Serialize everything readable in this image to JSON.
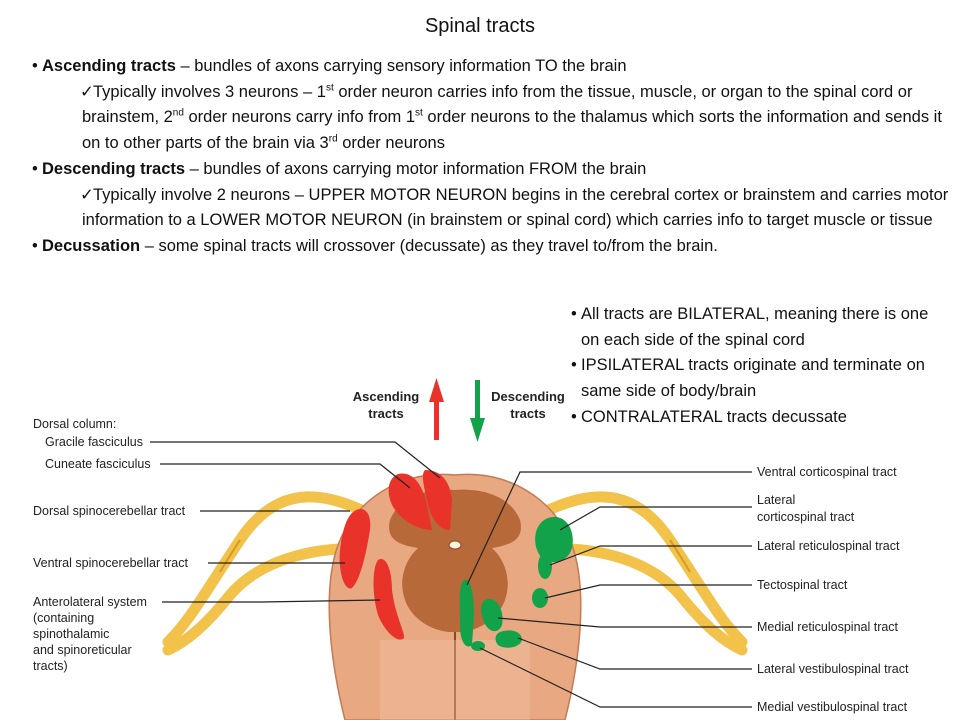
{
  "title": "Spinal tracts",
  "bullets": {
    "ascending_term": "Ascending tracts",
    "ascending_def": " – bundles of axons carrying sensory information TO the brain",
    "ascending_sub": [
      "Typically involves 3 neurons – 1",
      "st",
      " order neuron carries info from the tissue, muscle, or organ to the spinal cord or brainstem, 2",
      "nd",
      " order neurons carry info from 1",
      "st",
      " order neurons to the thalamus which sorts the information and sends it on to other parts of the brain via 3",
      "rd",
      " order neurons"
    ],
    "descending_term": "Descending tracts",
    "descending_def": " – bundles of axons carrying motor information FROM the brain",
    "descending_sub": "Typically involve 2 neurons – UPPER MOTOR NEURON begins in the cerebral cortex or brainstem and carries motor information to a LOWER MOTOR NEURON (in brainstem or spinal cord) which carries info to target muscle or tissue",
    "decussation_term": "Decussation",
    "decussation_def": " – some spinal tracts will crossover (decussate) as they travel to/from the brain."
  },
  "side_notes": [
    "All tracts are BILATERAL, meaning there is one on each side of the spinal cord",
    "IPSILATERAL tracts originate and terminate on same side of body/brain",
    "CONTRALATERAL tracts decussate"
  ],
  "diagram": {
    "ascending_header": [
      "Ascending",
      "tracts"
    ],
    "descending_header": [
      "Descending",
      "tracts"
    ],
    "left_labels": {
      "dorsal_column": "Dorsal column:",
      "gracile": "Gracile fasciculus",
      "cuneate": "Cuneate fasciculus",
      "dorsal_spinocerebellar": "Dorsal spinocerebellar tract",
      "ventral_spinocerebellar": "Ventral spinocerebellar tract",
      "anterolateral": [
        "Anterolateral system",
        "(containing",
        "spinothalamic",
        "and spinoreticular",
        "tracts)"
      ]
    },
    "right_labels": {
      "ventral_corticospinal": "Ventral corticospinal tract",
      "lateral_corticospinal": [
        "Lateral",
        "corticospinal tract"
      ],
      "lateral_reticulospinal": "Lateral reticulospinal tract",
      "tectospinal": "Tectospinal tract",
      "medial_reticulospinal": "Medial reticulospinal tract",
      "lateral_vestibulospinal": "Lateral vestibulospinal tract",
      "medial_vestibulospinal": "Medial vestibulospinal tract"
    },
    "colors": {
      "ascending": "#e8322a",
      "descending": "#12a24a",
      "white_matter": "#e8a882",
      "gray_matter": "#b8693a",
      "nerve": "#f2c24a"
    }
  }
}
